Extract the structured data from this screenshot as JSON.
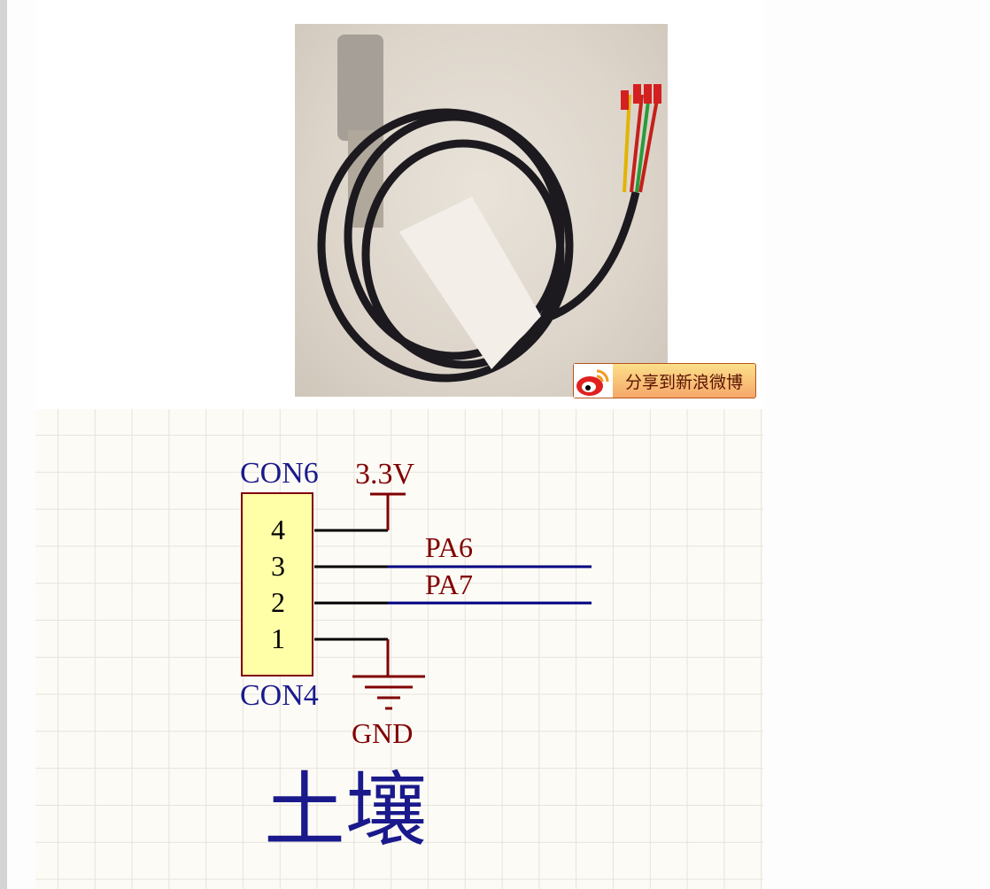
{
  "share_button": {
    "label": "分享到新浪微博",
    "icon": "weibo-icon"
  },
  "schematic": {
    "connector_top_label": "CON6",
    "connector_bottom_label": "CON4",
    "pins": [
      "4",
      "3",
      "2",
      "1"
    ],
    "power_label": "3.3V",
    "net_labels": [
      "PA6",
      "PA7"
    ],
    "ground_label": "GND",
    "title": "土壤",
    "colors": {
      "wire": "#000000",
      "net": "#000080",
      "label": "#800000",
      "body": "#ffffa8"
    }
  }
}
